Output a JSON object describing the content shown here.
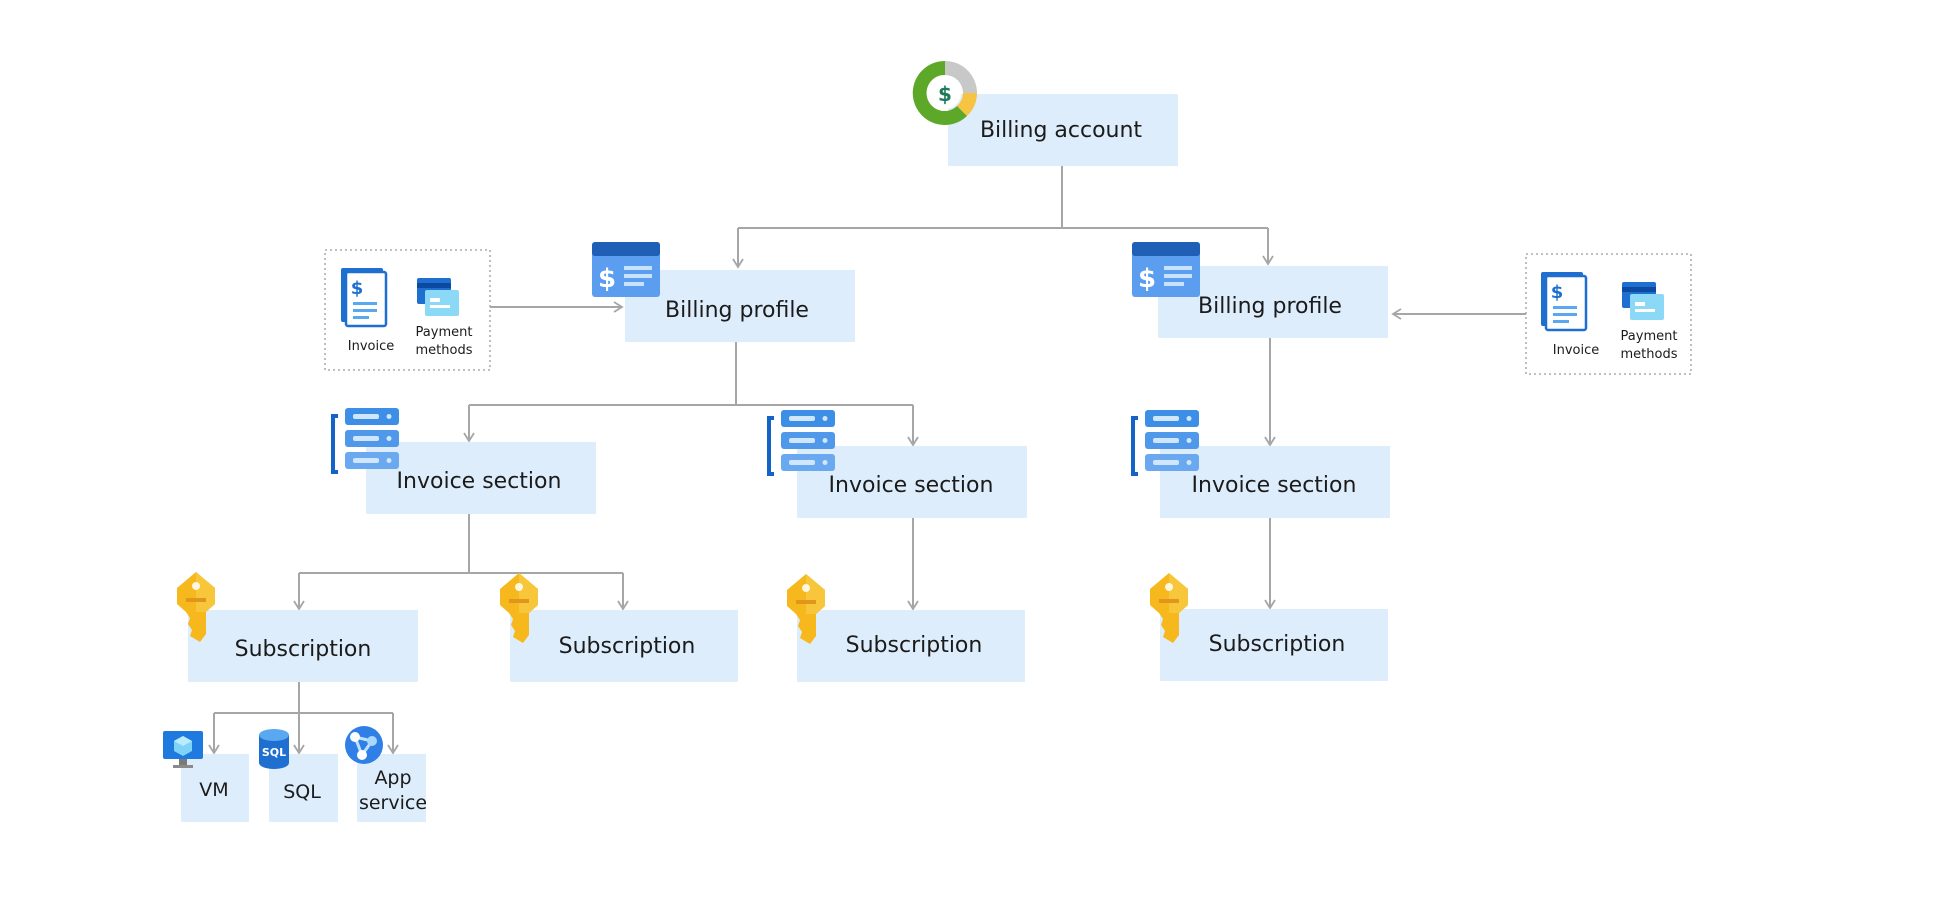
{
  "nodes": {
    "billing_account": "Billing account",
    "billing_profile_left": "Billing profile",
    "billing_profile_right": "Billing profile",
    "invoice_section_1": "Invoice section",
    "invoice_section_2": "Invoice section",
    "invoice_section_3": "Invoice section",
    "subscription_1": "Subscription",
    "subscription_2": "Subscription",
    "subscription_3": "Subscription",
    "subscription_4": "Subscription",
    "vm": "VM",
    "sql": "SQL",
    "app_service_line1": "App",
    "app_service_line2": "service"
  },
  "legend_left": {
    "invoice": "Invoice",
    "payment_line1": "Payment",
    "payment_line2": "methods"
  },
  "legend_right": {
    "invoice": "Invoice",
    "payment_line1": "Payment",
    "payment_line2": "methods"
  },
  "icons": {
    "billing_account": "billing-account-icon",
    "billing_profile": "billing-profile-icon",
    "invoice_section": "invoice-section-icon",
    "subscription": "key-icon",
    "vm": "virtual-machine-icon",
    "sql": "sql-database-icon",
    "app_service": "app-service-icon",
    "invoice": "invoice-icon",
    "payment_methods": "credit-card-icon",
    "sql_badge": "SQL"
  },
  "colors": {
    "box_fill": "#deedfc",
    "connector": "#a6a6a6",
    "blue_dark": "#0f5fbf",
    "blue_mid": "#3d8ee6",
    "blue_light": "#8cc2f5",
    "key_gold": "#f6b81d",
    "green": "#5ea829"
  }
}
